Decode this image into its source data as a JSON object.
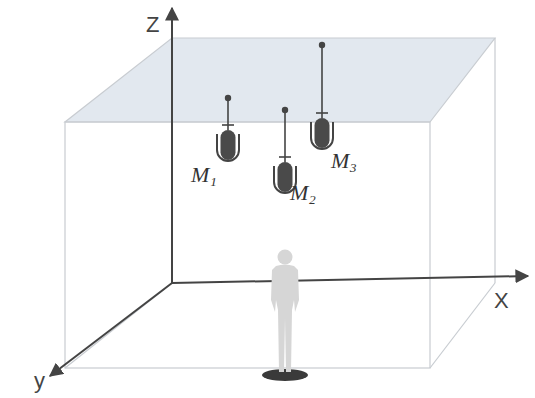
{
  "diagram": {
    "labels": [
      "Z",
      "X",
      "y",
      "M₁",
      "M₂",
      "M₃"
    ]
  }
}
